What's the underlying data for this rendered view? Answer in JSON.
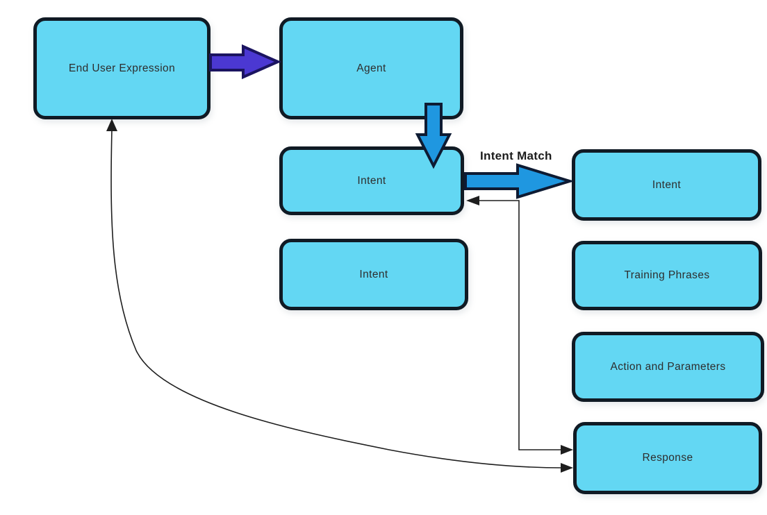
{
  "colors": {
    "canvas_bg": "#ffffff",
    "box_fill": "#63d7f3",
    "box_border": "#101a24",
    "text": "#2d2d2d",
    "label_text": "#1c1c1c",
    "purple_arrow": "#4b38d2",
    "purple_outline": "#1b1460",
    "blue_arrow": "#1f97e0",
    "blue_outline": "#0e1b33",
    "line": "#1e1e1e"
  },
  "nodes": {
    "end_user_expression": {
      "label": "End User Expression"
    },
    "agent": {
      "label": "Agent"
    },
    "intent_matched": {
      "label": "Intent"
    },
    "intent_alt": {
      "label": "Intent"
    },
    "intent_selected": {
      "label": "Intent"
    },
    "training_phrases": {
      "label": "Training Phrases"
    },
    "action_and_parameters": {
      "label": "Action and Parameters"
    },
    "response": {
      "label": "Response"
    }
  },
  "labels": {
    "intent_match": "Intent Match"
  },
  "edges": [
    {
      "from": "end_user_expression",
      "to": "agent",
      "style": "thick-purple-arrow"
    },
    {
      "from": "agent",
      "to": "intent_matched",
      "style": "thick-blue-arrow-down"
    },
    {
      "from": "intent_matched",
      "to": "intent_selected",
      "style": "thick-blue-arrow-right",
      "label": "Intent Match"
    },
    {
      "from": "response",
      "to": "intent_matched",
      "style": "thin-elbow-double-arrow"
    },
    {
      "from": "response",
      "to": "end_user_expression",
      "style": "thin-curve-double-arrow"
    }
  ]
}
